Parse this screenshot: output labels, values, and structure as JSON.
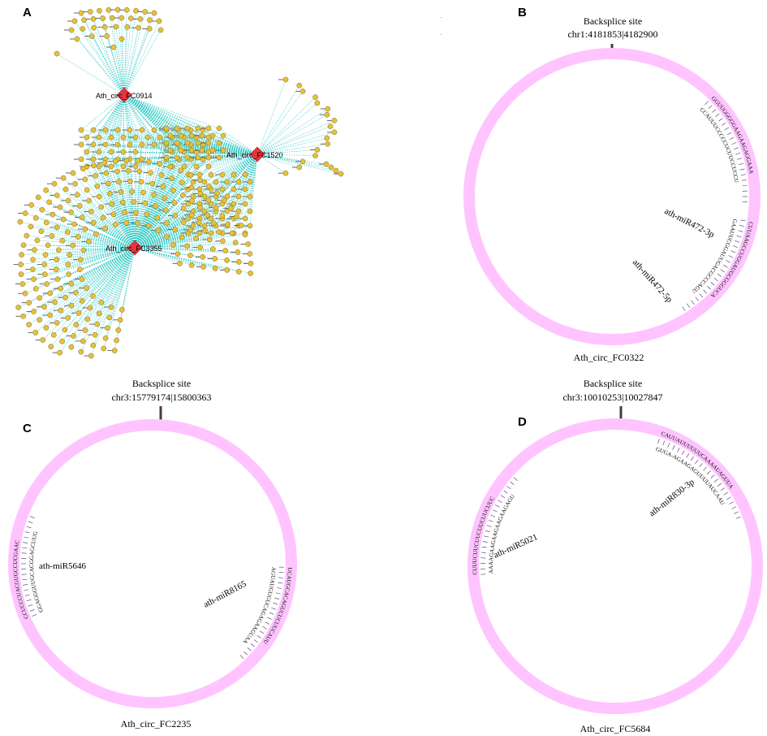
{
  "panel_letters": [
    "A",
    "B",
    "C",
    "D"
  ],
  "network": {
    "hubs": [
      {
        "name": "Ath_circ_FC0914",
        "targets": 30
      },
      {
        "name": "Ath_circ_FC1520",
        "targets": 22
      },
      {
        "name": "Ath_circ_FC3355",
        "targets": 210
      }
    ],
    "colors": {
      "hub": "#e8333a",
      "node": "#e6c23a",
      "edge": "#35c9c4"
    }
  },
  "circles": [
    {
      "panel": "B",
      "site_label": "Backsplice site",
      "coords": "chr1:4181853|4182900",
      "name": "Ath_circ_FC0322",
      "color": "#ffc4ff",
      "mirnas": [
        {
          "label": "ath-miR472-3p",
          "seq1": "GGUUGGGGGAAGAAGAGGAAA",
          "seq2": "CCAUUUCCCCCUCUUCCUCCU",
          "arc_center_deg": 70
        },
        {
          "label": "ath-miR472-5p",
          "seq1": "CUUAAGCCUGGAUGCGGGUCA",
          "seq2": "GAAUUCGGAUUGACGCCCAGU",
          "arc_center_deg": 125
        }
      ]
    },
    {
      "panel": "C",
      "site_label": "Backsplice site",
      "coords": "chr3:15779174|15800363",
      "name": "Ath_circ_FC2235",
      "color": "#ffc4ff",
      "mirnas": [
        {
          "label": "ath-miR5646",
          "seq1": "CCUCCCUACGUGCCUCGAAC",
          "seq2": "GGAGGGUUGCACGGAGCUUG",
          "arc_center_deg": 270
        },
        {
          "label": "ath-miR8165",
          "seq1": "UCAUGCACAGUCUCUUCAUU",
          "seq2": "AGUAUGUGUCAGAGAAGUAA",
          "arc_center_deg": 115
        }
      ]
    },
    {
      "panel": "D",
      "site_label": "Backsplice site",
      "coords": "chr3:10010253|10027847",
      "name": "Ath_circ_FC5684",
      "color": "#ffc4ff",
      "mirnas": [
        {
          "label": "ath-miR830-3p",
          "seq1": "CAUUAUUUUUUCAAAAUAGUUA",
          "seq2": "GUGA-AGAAGAGUUUUAUCAAU",
          "arc_center_deg": 45
        },
        {
          "label": "ath-miR5021",
          "seq1": "CUUUCUUCUUCUUCUUCUUC",
          "seq2": "AAAAGAAGAAGAAGAAGAGU",
          "arc_center_deg": 290
        }
      ]
    }
  ]
}
